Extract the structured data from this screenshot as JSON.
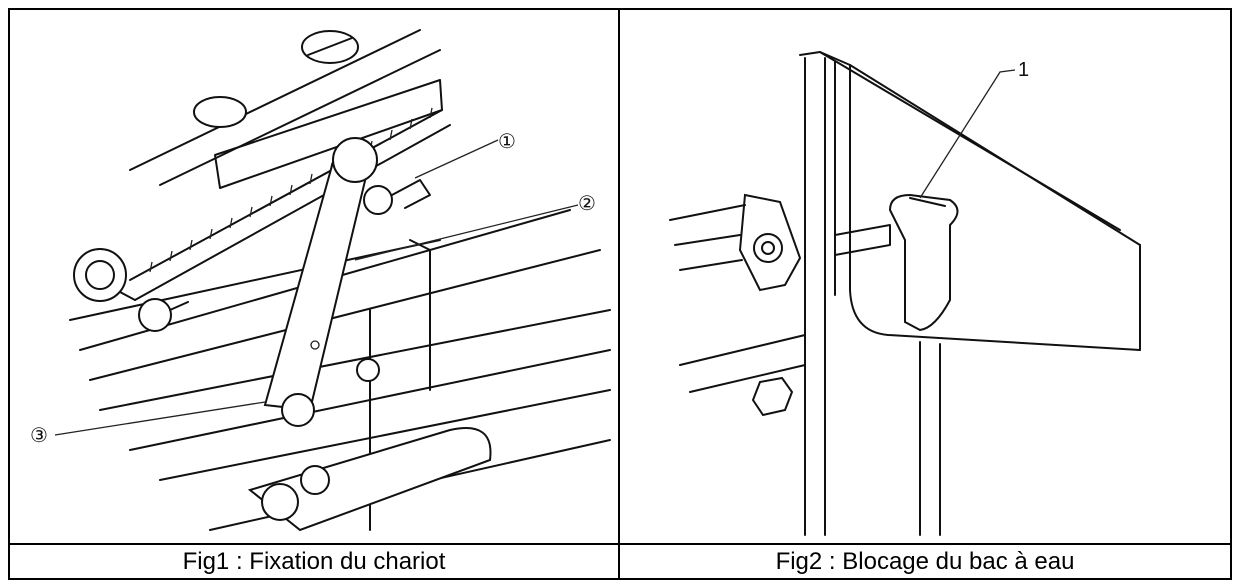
{
  "figures": [
    {
      "caption": "Fig1 : Fixation du chariot",
      "callouts": [
        "①",
        "②",
        "③"
      ]
    },
    {
      "caption": "Fig2 : Blocage du bac à eau",
      "callouts": [
        "1"
      ]
    }
  ]
}
